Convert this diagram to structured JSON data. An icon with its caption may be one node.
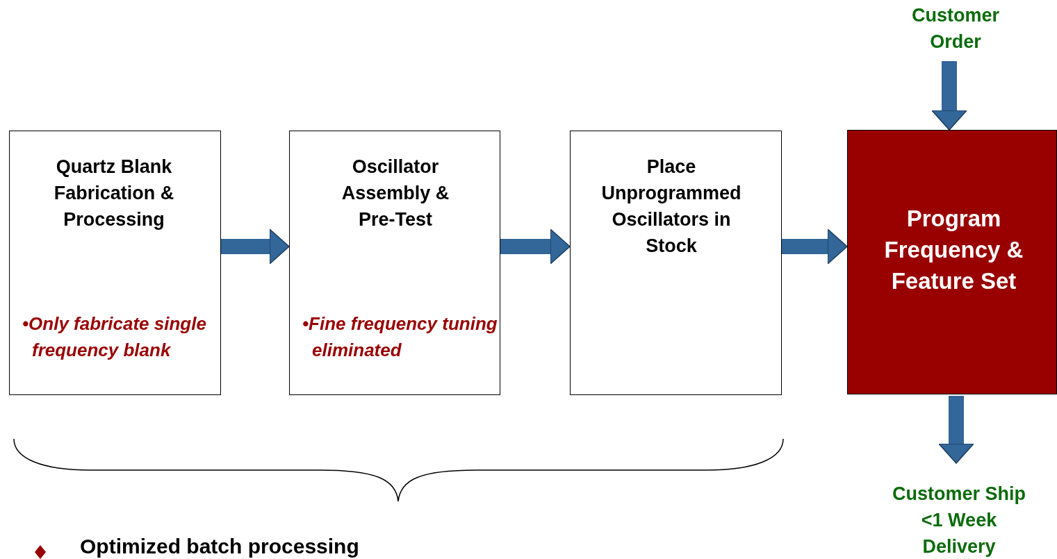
{
  "diagram": {
    "nodes": [
      {
        "text": [
          "Quartz Blank Fabrication & Processing",
          "•Only fabricate single frequency blank"
        ]
      },
      {
        "text": [
          "Oscillator Assembly & Pre-Test",
          "•Fine frequency tuning eliminated"
        ]
      },
      {
        "text": [
          "Place Unprogrammed Oscillators in Stock"
        ]
      },
      {
        "text": [
          "Program Frequency & Feature Set"
        ]
      },
      {
        "text": [
          "Customer Order"
        ]
      },
      {
        "text": [
          "Customer Ship <1 Week Delivery"
        ]
      }
    ],
    "edges": [
      {
        "from": 0,
        "to": 1,
        "arrow": "to"
      },
      {
        "from": 1,
        "to": 2,
        "arrow": "to"
      },
      {
        "from": 2,
        "to": 3,
        "arrow": "to"
      },
      {
        "from": 4,
        "to": 3,
        "arrow": "to"
      },
      {
        "from": 3,
        "to": 5,
        "arrow": "to"
      }
    ],
    "labels": [
      "Optimized batch processing"
    ]
  }
}
